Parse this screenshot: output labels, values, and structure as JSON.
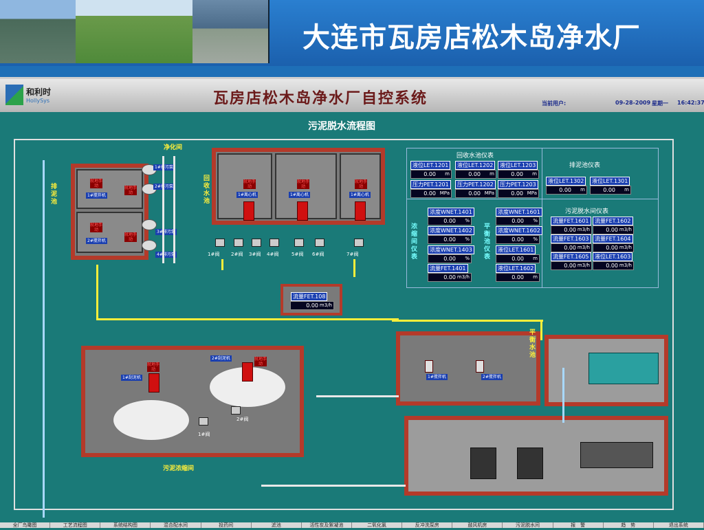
{
  "banner": {
    "title": "大连市瓦房店松木岛净水厂"
  },
  "header": {
    "logo_text": "和利时",
    "logo_sub": "HollySys",
    "title": "瓦房店松木岛净水厂自控系统",
    "user_label": "当前用户:",
    "date": "09-28-2009",
    "weekday": "星期一",
    "time": "16:42:37"
  },
  "page_title": "污泥脱水流程图",
  "labels": {
    "jinghua": "净化间",
    "paini": "排泥池",
    "huishou": "回收水池",
    "wuni_nongsuo": "污泥浓缩间",
    "pingheng": "平衡水池",
    "nongsuo_yibiao": "浓缩间仪表",
    "pingheng_yibiao": "平衡池仪表"
  },
  "sewage_pumps": [
    "1#排污泵",
    "2#排污泵",
    "3#排污泵",
    "4#排污泵"
  ],
  "mixers_left": [
    "1#搅拌机",
    "2#搅拌机"
  ],
  "centrifuges": [
    "1#离心机",
    "1#离心机",
    "1#离心机"
  ],
  "valves_top": [
    "1#阀",
    "2#阀",
    "3#阀",
    "4#阀",
    "5#阀",
    "6#阀",
    "7#阀"
  ],
  "status_red": "就地手动",
  "thickeners": [
    "1#刮泥机",
    "2#刮泥机"
  ],
  "thickener_valves": [
    "1#阀",
    "2#阀"
  ],
  "balance_mixers": [
    "1#搅拌机",
    "2#搅拌机"
  ],
  "recovery": {
    "title": "回收水池仪表",
    "items": [
      {
        "tag": "液位LET.1201",
        "value": "0.00",
        "unit": "m"
      },
      {
        "tag": "液位LET.1202",
        "value": "0.00",
        "unit": "m"
      },
      {
        "tag": "液位LET.1203",
        "value": "0.00",
        "unit": "m"
      },
      {
        "tag": "压力PET.1201",
        "value": "0.00",
        "unit": "MPa"
      },
      {
        "tag": "压力PET.1202",
        "value": "0.00",
        "unit": "MPa"
      },
      {
        "tag": "压力PET.1203",
        "value": "0.00",
        "unit": "MPa"
      }
    ]
  },
  "drain": {
    "title": "排泥池仪表",
    "items": [
      {
        "tag": "液位LET.1302",
        "value": "0.00",
        "unit": "m"
      },
      {
        "tag": "液位LET.1301",
        "value": "0.00",
        "unit": "m"
      }
    ]
  },
  "thick_inst": {
    "items": [
      {
        "tag": "浓度WNET.1401",
        "value": "0.00",
        "unit": "%"
      },
      {
        "tag": "浓度WNET.1402",
        "value": "0.00",
        "unit": "%"
      },
      {
        "tag": "浓度WNET.1403",
        "value": "0.00",
        "unit": "%"
      },
      {
        "tag": "流量FET.1401",
        "value": "0.00",
        "unit": "m3/h"
      }
    ]
  },
  "balance_inst": {
    "items": [
      {
        "tag": "浓度WNET.1601",
        "value": "0.00",
        "unit": "%"
      },
      {
        "tag": "浓度WNET.1602",
        "value": "0.00",
        "unit": "%"
      },
      {
        "tag": "液位LET.1601",
        "value": "0.00",
        "unit": "m"
      },
      {
        "tag": "液位LET.1602",
        "value": "0.00",
        "unit": "m"
      }
    ]
  },
  "dewater": {
    "title": "污泥脱水间仪表",
    "items": [
      {
        "tag": "流量FET.1601",
        "value": "0.00",
        "unit": "m3/h"
      },
      {
        "tag": "流量FET.1602",
        "value": "0.00",
        "unit": "m3/h"
      },
      {
        "tag": "流量FET.1603",
        "value": "0.00",
        "unit": "m3/h"
      },
      {
        "tag": "流量FET.1604",
        "value": "0.00",
        "unit": "m3/h"
      },
      {
        "tag": "流量FET.1605",
        "value": "0.00",
        "unit": "m3/h"
      },
      {
        "tag": "液位LET.1603",
        "value": "0.00",
        "unit": "m3/h"
      }
    ]
  },
  "flow108": {
    "tag": "流量FET.108",
    "value": "0.00",
    "unit": "m3/h"
  },
  "nav": [
    "全厂鸟瞰图",
    "工艺流程图",
    "系统结构图",
    "混合配水间",
    "投药间",
    "滤池",
    "活性炭及絮凝池",
    "二氧化氯",
    "反冲洗泵房",
    "鼓风机房",
    "污泥脱水间",
    "报　警",
    "趋　势",
    "退出系统"
  ]
}
